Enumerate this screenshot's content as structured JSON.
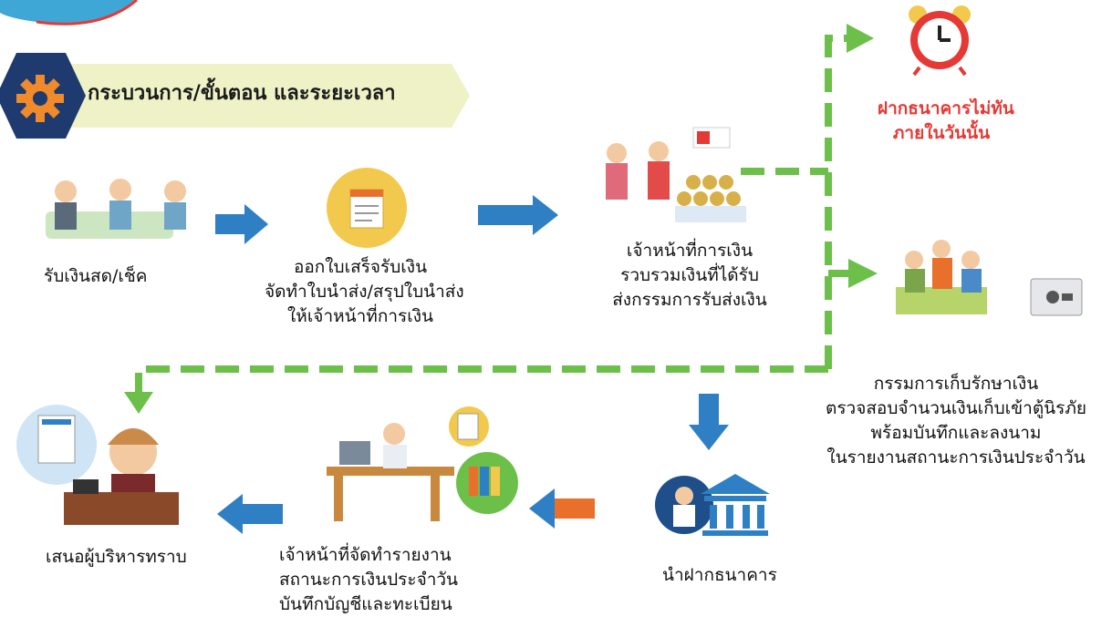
{
  "header": {
    "title": "กระบวนการ/ขั้นตอน และระยะเวลา"
  },
  "steps": {
    "receive": [
      "รับเงินสด/เช็ค"
    ],
    "receipt": [
      "ออกใบเสร็จรับเงิน",
      "จัดทำใบนำส่ง/สรุปใบนำส่ง",
      "ให้เจ้าหน้าที่การเงิน"
    ],
    "collect": [
      "เจ้าหน้าที่การเงิน",
      "รวบรวมเงินที่ได้รับ",
      "ส่งกรรมการรับส่งเงิน"
    ],
    "late": [
      "ฝากธนาคารไม่ทัน",
      "ภายในวันนั้น"
    ],
    "committee": [
      "กรรมการเก็บรักษาเงิน",
      "ตรวจสอบจำนวนเงินเก็บเข้าตู้นิรภัย",
      "พร้อมบันทึกและลงนาม",
      "ในรายงานสถานะการเงินประจำวัน"
    ],
    "deposit": [
      "นำฝากธนาคาร"
    ],
    "report": [
      "เจ้าหน้าที่จัดทำรายงาน",
      "สถานะการเงินประจำวัน",
      "บันทึกบัญชีและทะเบียน"
    ],
    "present": [
      "เสนอผู้บริหารทราบ"
    ]
  },
  "colors": {
    "blue_arrow": "#2f7fc4",
    "orange_arrow": "#e8702a",
    "green_dash": "#6cc04a",
    "late_text": "#e53935",
    "banner": "#eef2c6",
    "gear": "#f08a2a",
    "hex": "#1e3a6e"
  },
  "icons": [
    "gear-icon",
    "alarm-clock-icon",
    "receipt-icon",
    "bank-icon",
    "safe-icon"
  ]
}
